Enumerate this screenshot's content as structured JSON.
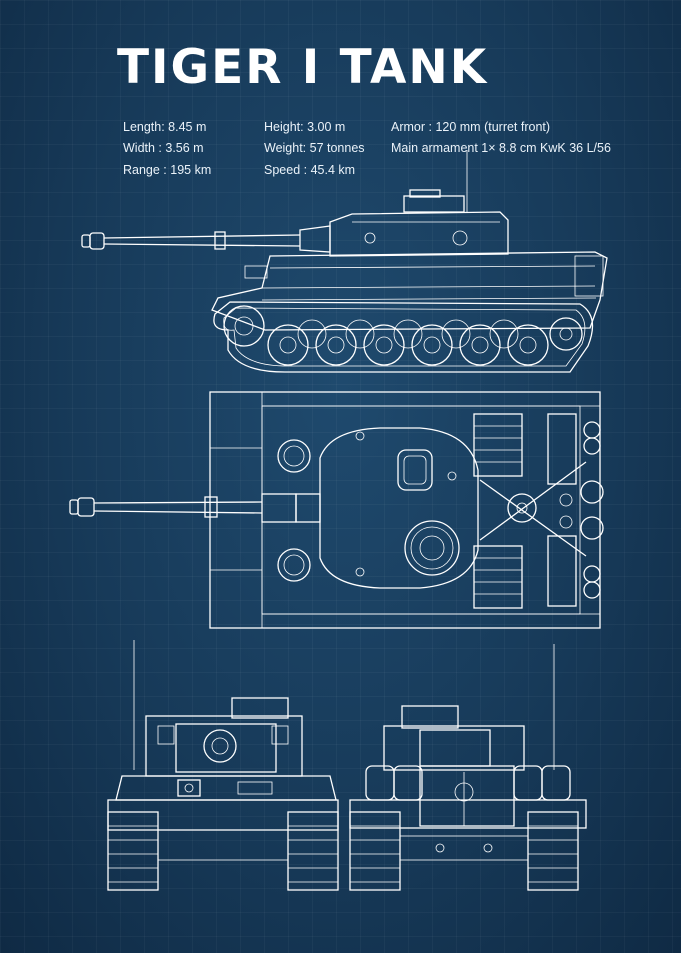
{
  "title": "TIGER I TANK",
  "specs": {
    "length": "Length: 8.45 m",
    "width": "Width : 3.56 m",
    "range": "Range : 195 km",
    "height": "Height:   3.00 m",
    "weight": "Weight: 57 tonnes",
    "speed": "Speed : 45.4 km",
    "armor": "Armor :  120 mm (turret front)",
    "armament": "Main armament   1× 8.8 cm KwK 36 L/56"
  },
  "colors": {
    "background": "#173a59",
    "line": "#ffffff"
  }
}
